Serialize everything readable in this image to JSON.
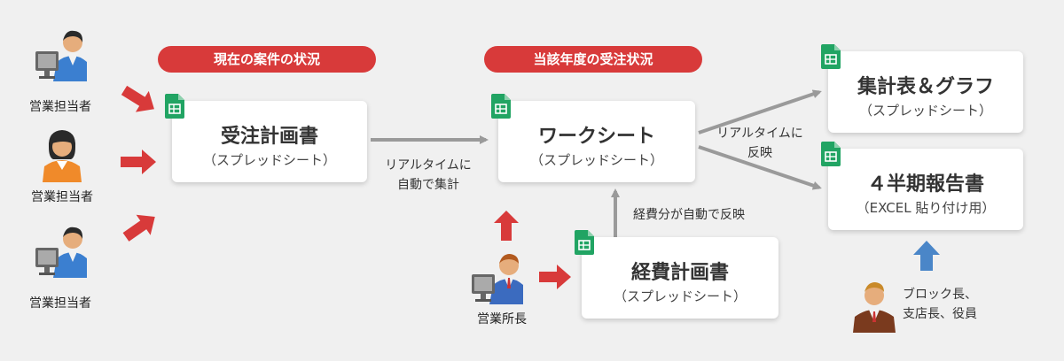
{
  "pills": {
    "current": "現在の案件の状況",
    "yearly": "当該年度の受注状況"
  },
  "cards": {
    "order_plan": {
      "title": "受注計画書",
      "sub": "（スプレッドシート）"
    },
    "worksheet": {
      "title": "ワークシート",
      "sub": "（スプレッドシート）"
    },
    "expense": {
      "title": "経費計画書",
      "sub": "（スプレッドシート）"
    },
    "summary": {
      "title": "集計表＆グラフ",
      "sub": "（スプレッドシート）"
    },
    "quarterly": {
      "title": "４半期報告書",
      "sub": "（EXCEL 貼り付け用）"
    }
  },
  "people": {
    "sales1": "営業担当者",
    "sales2": "営業担当者",
    "sales3": "営業担当者",
    "manager": "営業所長",
    "executives_line1": "ブロック長、",
    "executives_line2": "支店長、役員"
  },
  "notes": {
    "realtime_agg_1": "リアルタイムに",
    "realtime_agg_2": "自動で集計",
    "realtime_ref_1": "リアルタイムに",
    "realtime_ref_2": "反映",
    "expense_ref": "経費分が自動で反映"
  },
  "colors": {
    "accent_red": "#d83a3a",
    "sheet_green": "#21a463",
    "arrow_gray": "#9a9a9a",
    "arrow_blue": "#4a86c8"
  }
}
